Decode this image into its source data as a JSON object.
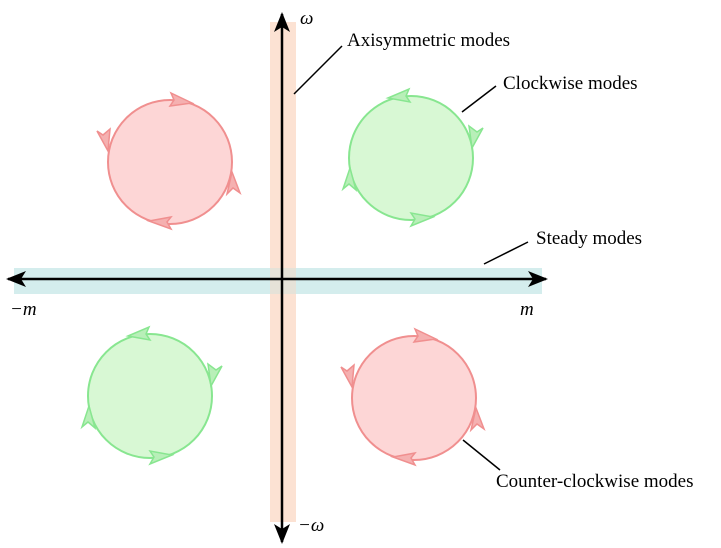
{
  "axes": {
    "x_positive": "m",
    "x_negative": "−m",
    "y_positive": "ω",
    "y_negative": "−ω"
  },
  "labels": {
    "axisymmetric": "Axisymmetric modes",
    "clockwise": "Clockwise modes",
    "steady": "Steady modes",
    "counter_clockwise": "Counter-clockwise modes"
  },
  "colors": {
    "red_fill": "#fdd6d6",
    "red_stroke": "#f08f8f",
    "green_fill": "#d8f8d4",
    "green_stroke": "#88e690",
    "vertical_band": "#fce2d3",
    "horizontal_band": "#d4eded"
  }
}
